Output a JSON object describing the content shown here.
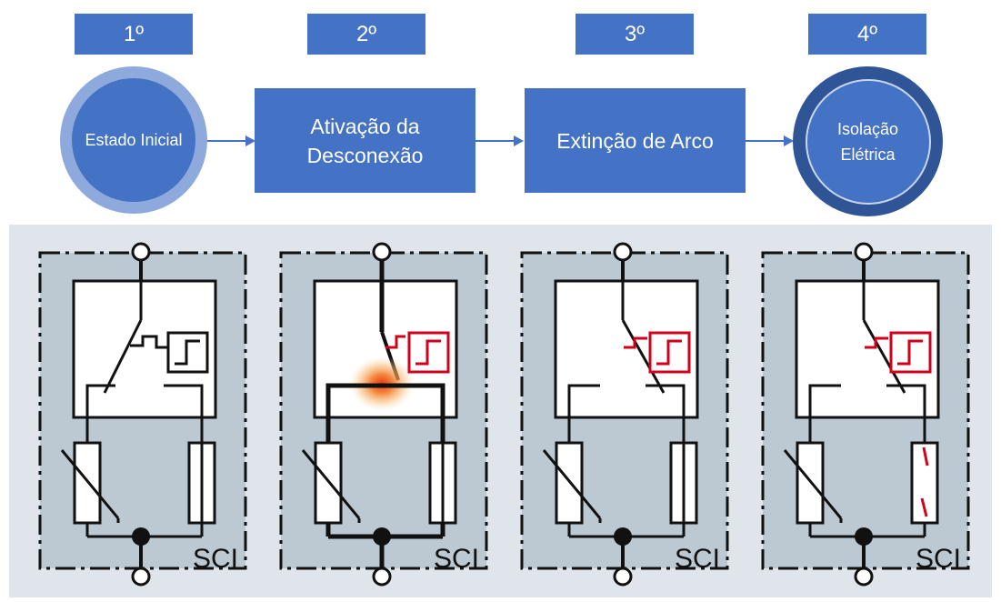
{
  "steps": [
    {
      "badge": "1º",
      "label": "Estado Inicial"
    },
    {
      "badge": "2º",
      "label_line1": "Ativação da",
      "label_line2": "Desconexão"
    },
    {
      "badge": "3º",
      "label": "Extinção de Arco"
    },
    {
      "badge": "4º",
      "label_line1": "Isolação",
      "label_line2": "Elétrica"
    }
  ],
  "circuit_label": "SCI",
  "colors": {
    "accent": "#4472C4",
    "accent_light": "#8EA9DB",
    "accent_dark": "#2F5597",
    "fault_red": "#D0021B",
    "panel_bg": "#DFE5EA",
    "box_bg": "#BCC9D3"
  }
}
